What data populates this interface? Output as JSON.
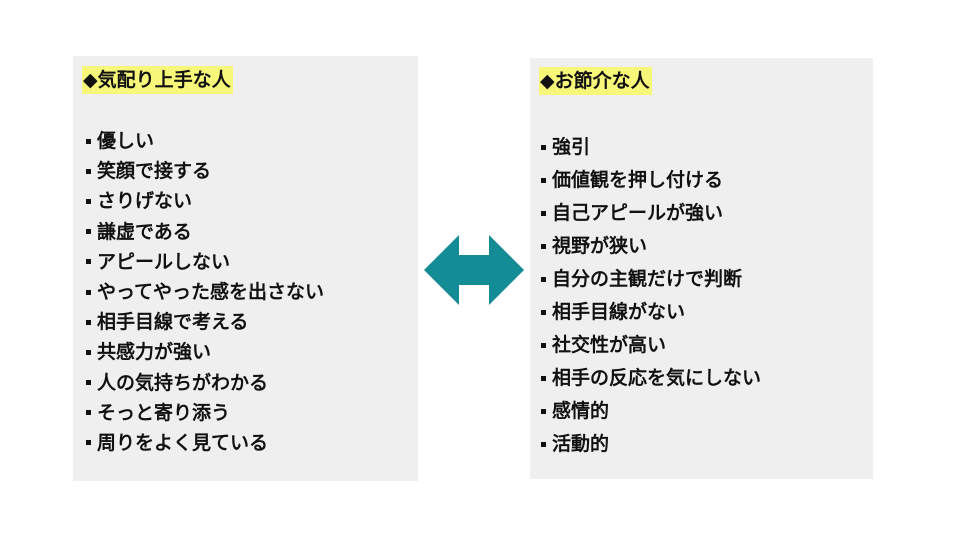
{
  "left_panel": {
    "title": "◆気配り上手な人",
    "items": [
      "優しい",
      "笑顔で接する",
      "さりげない",
      "謙虚である",
      "アピールしない",
      "やってやった感を出さない",
      "相手目線で考える",
      "共感力が強い",
      "人の気持ちがわかる",
      "そっと寄り添う",
      "周りをよく見ている"
    ]
  },
  "right_panel": {
    "title": "◆お節介な人",
    "items": [
      "強引",
      "価値観を押し付ける",
      "自己アピールが強い",
      "視野が狭い",
      "自分の主観だけで判断",
      "相手目線がない",
      "社交性が高い",
      "相手の反応を気にしない",
      "感情的",
      "活動的"
    ]
  },
  "colors": {
    "panel_background": "#efefef",
    "title_highlight": "#f7f77a",
    "arrow": "#138c95",
    "text": "#111111"
  },
  "icons": {
    "center_arrow": "double-headed-arrow-icon"
  }
}
